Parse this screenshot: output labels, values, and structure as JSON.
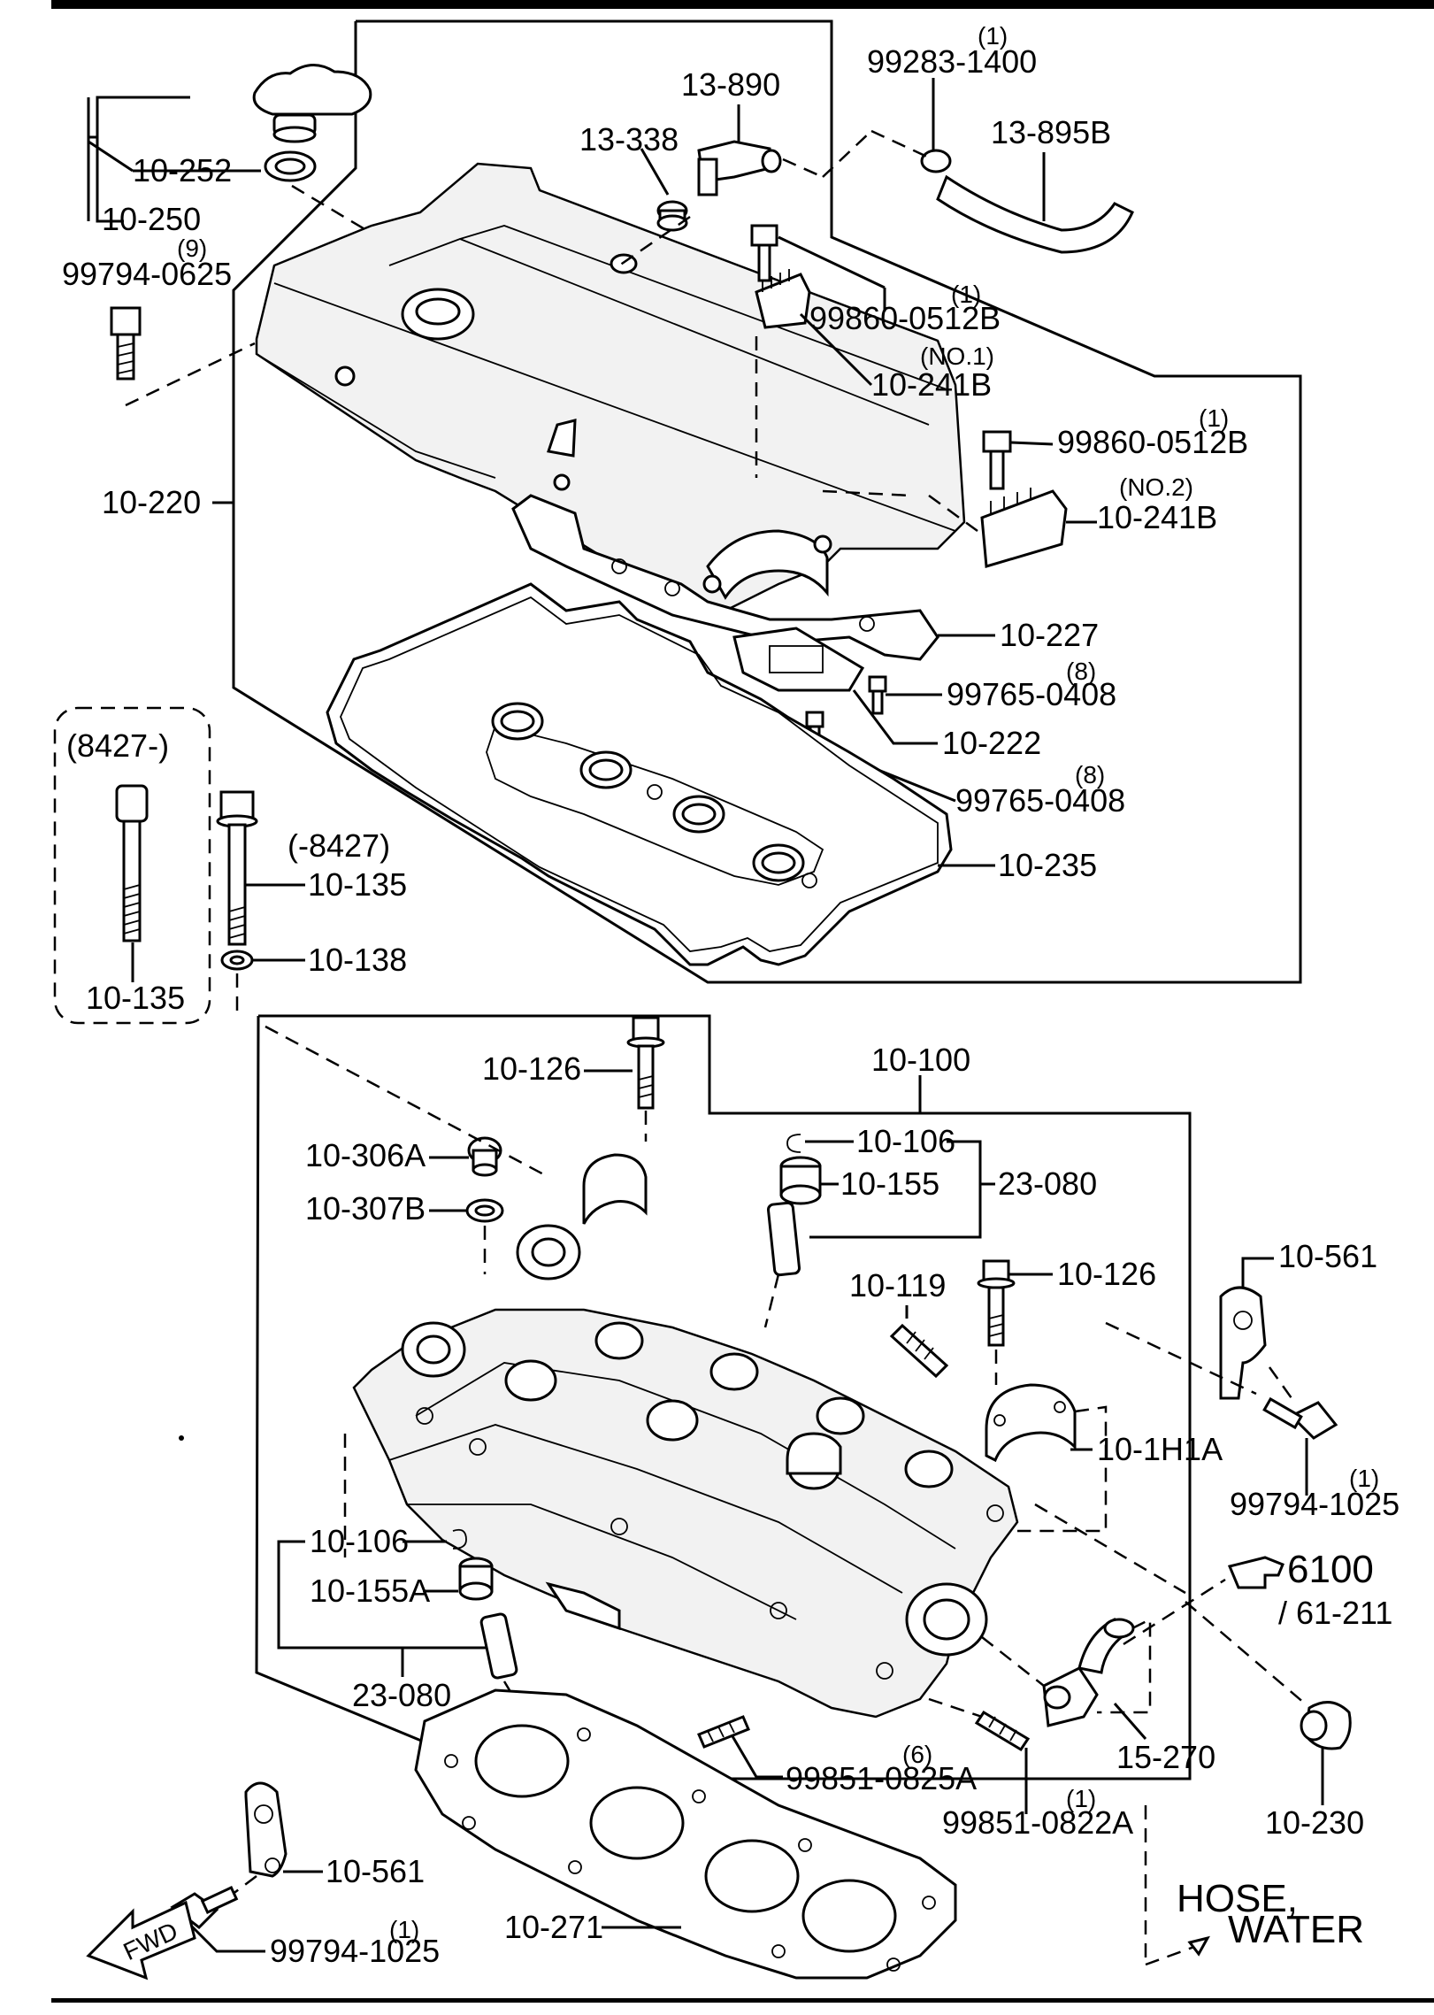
{
  "labels": {
    "cap_gasket": "10-252",
    "oil_cap": "10-250",
    "bolt_top_left_qty": "(9)",
    "bolt_top_left": "99794-0625",
    "clip_hose_qty": "(1)",
    "clip_hose": "99283-1400",
    "pcv_valve": "13-890",
    "grommet": "13-338",
    "hose_pcv": "13-895B",
    "bracket1_bolt_qty": "(1)",
    "bracket1_bolt": "99860-0512B",
    "bracket1_note": "(NO.1)",
    "bracket1": "10-241B",
    "bracket2_bolt_qty": "(1)",
    "bracket2_bolt": "99860-0512B",
    "bracket2_note": "(NO.2)",
    "bracket2": "10-241B",
    "head_cover": "10-220",
    "baffle": "10-227",
    "baffle_screw1_qty": "(8)",
    "baffle_screw1": "99765-0408",
    "baffle_gasket": "10-222",
    "baffle_screw2_qty": "(8)",
    "baffle_screw2": "99765-0408",
    "cover_gasket": "10-235",
    "serial_range_new": "(8427-)",
    "serial_range_old": "(-8427)",
    "head_bolt_old": "10-135",
    "washer": "10-138",
    "head_bolt_new": "10-135",
    "cylinder_head": "10-100",
    "cam_cap_bolt": "10-126",
    "plug_a": "10-306A",
    "plug_gasket_b": "10-307B",
    "retainer_top": "10-106",
    "seal_top": "10-155",
    "valve_guide_assy_top": "23-080",
    "stud": "10-119",
    "cap_bolt_right": "10-126",
    "bracket_right": "10-561",
    "cam_cap": "10-1H1A",
    "bracket_right_bolt_qty": "(1)",
    "bracket_right_bolt": "99794-1025",
    "ref_arrow_num": "6100",
    "ref_arrow_sub": "/ 61-211",
    "retainer_left": "10-106",
    "seal_left": "10-155A",
    "valve_guide_assy_left": "23-080",
    "stud_left_qty": "(6)",
    "stud_left": "99851-0825A",
    "stud_right_qty": "(1)",
    "stud_right": "99851-0822A",
    "water_outlet": "15-270",
    "blind_plug": "10-230",
    "bracket_left": "10-561",
    "bracket_left_bolt_qty": "(1)",
    "bracket_left_bolt": "99794-1025",
    "head_gasket": "10-271",
    "hose_line1": "HOSE,",
    "hose_line2": "WATER",
    "fwd": "FWD"
  }
}
